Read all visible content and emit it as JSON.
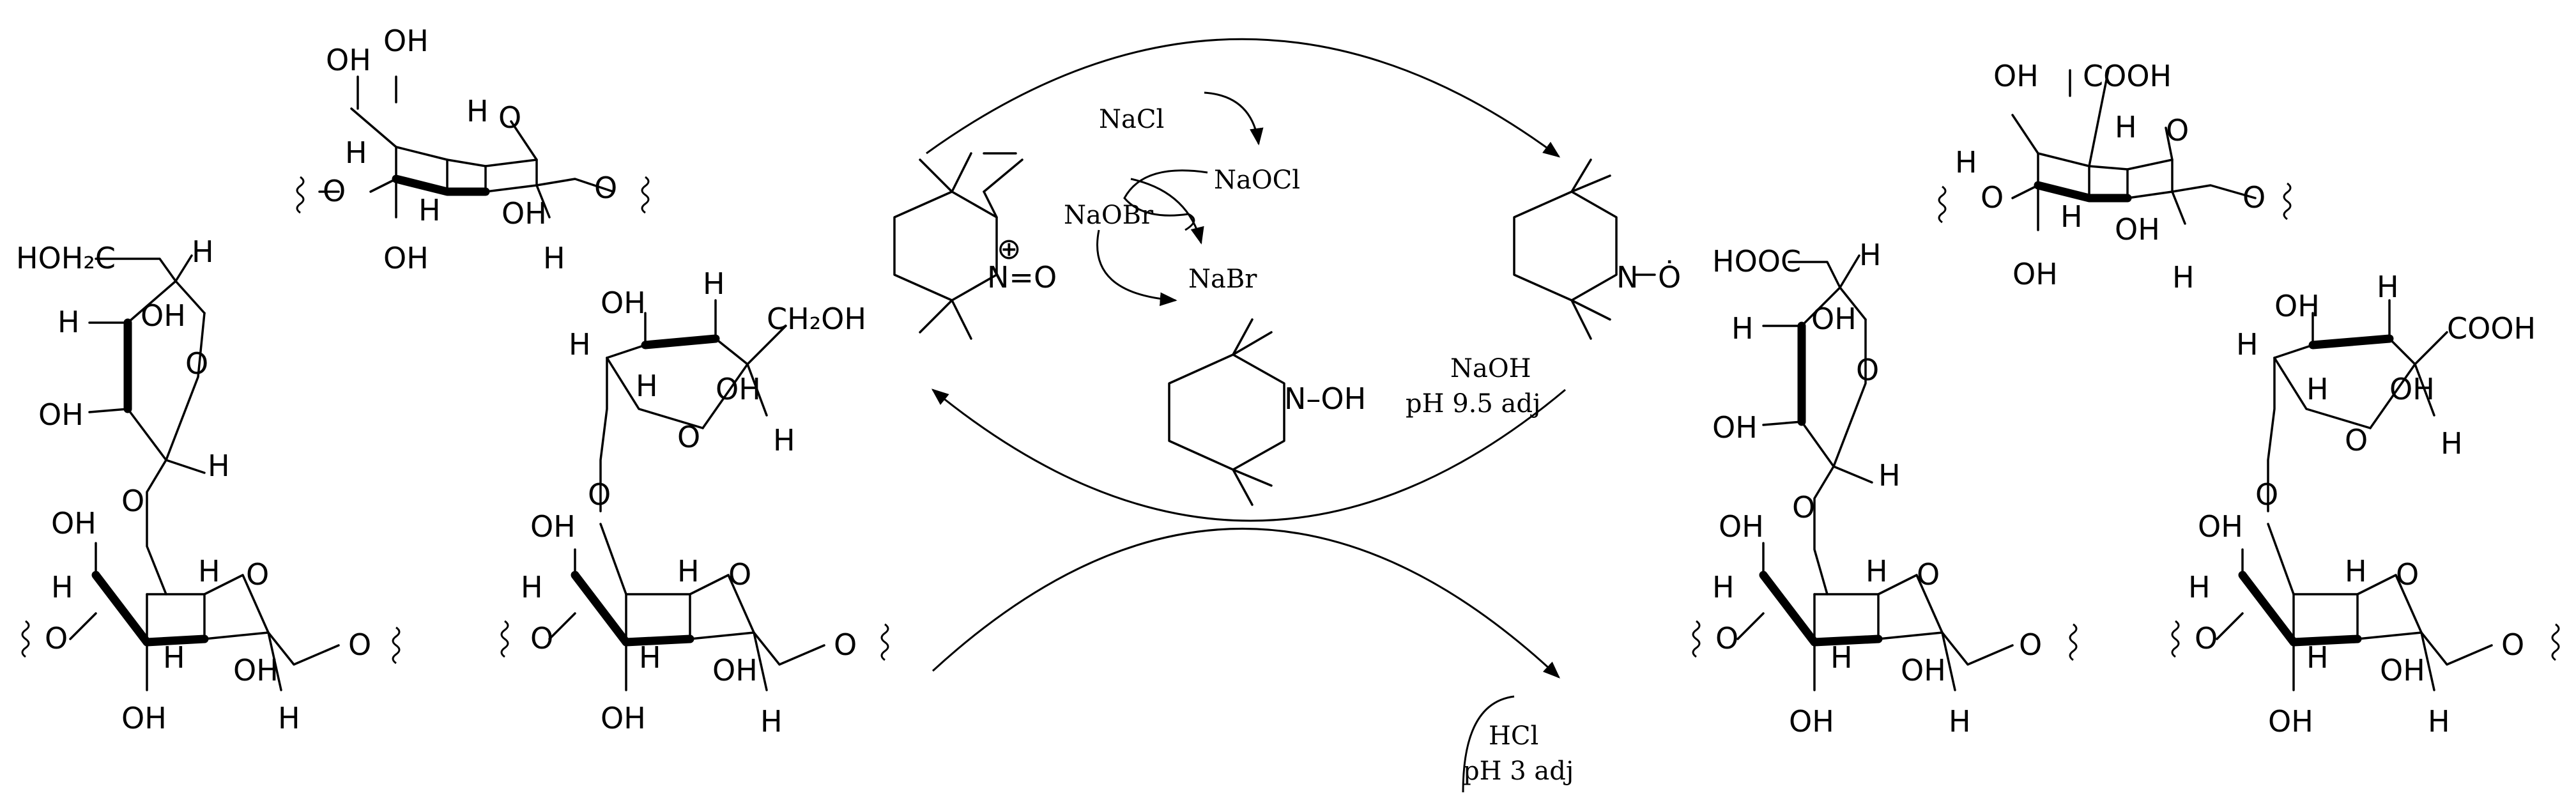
{
  "labels": {
    "OH": "OH",
    "H": "H",
    "O": "O",
    "CH2OH": "CH₂OH",
    "HOH2C": "HOH₂C",
    "COOH": "COOH",
    "HOOC": "HOOC",
    "N_oxo": "N=O",
    "N_oxyl": "N",
    "O_rad": "Ȯ",
    "plus": "⊕",
    "N_OH": "N–OH"
  },
  "reagents": {
    "NaCl": "NaCl",
    "NaOCl": "NaOCl",
    "NaOBr": "NaOBr",
    "NaBr": "NaBr",
    "NaOH": "NaOH",
    "pH_95": "pH 9.5 adj",
    "HCl": "HCl",
    "pH_3": "pH 3 adj"
  }
}
